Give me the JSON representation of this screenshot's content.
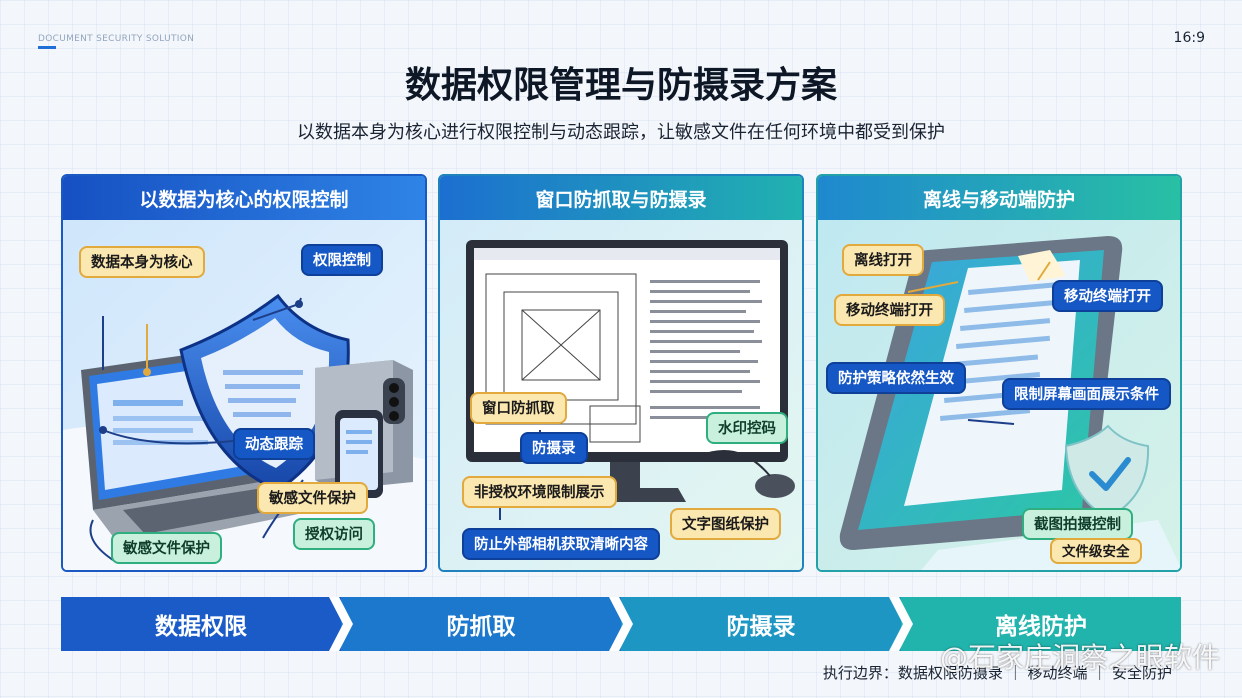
{
  "header": {
    "tag": "DOCUMENT SECURITY SOLUTION",
    "ratio": "16:9"
  },
  "title": "数据权限管理与防摄录方案",
  "subtitle": "以数据本身为核心进行权限控制与动态跟踪，让敏感文件在任何环境中都受到保护",
  "panels": [
    {
      "title": "以数据为核心的权限控制",
      "labels": [
        "数据本身为核心",
        "权限控制",
        "动态跟踪",
        "敏感文件保护",
        "授权访问",
        "敏感文件保护"
      ]
    },
    {
      "title": "窗口防抓取与防摄录",
      "labels": [
        "窗口防抓取",
        "防摄录",
        "水印控码",
        "非授权环境限制展示",
        "文字图纸保护",
        "防止外部相机获取清晰内容"
      ]
    },
    {
      "title": "离线与移动端防护",
      "labels": [
        "离线打开",
        "移动终端打开",
        "移动终端打开",
        "防护策略依然生效",
        "限制屏幕画面展示条件",
        "截图拍摄控制",
        "文件级安全"
      ]
    }
  ],
  "flow": [
    "数据权限",
    "防抓取",
    "防摄录",
    "离线防护"
  ],
  "footer": "执行边界：数据权限防摄录 ｜ 移动终端 ｜ 安全防护",
  "watermark": "@石家庄洞察之眼软件",
  "colors": {
    "primary": "#1a5bc8",
    "teal": "#21b4ad",
    "label_yellow": "#fbe7b0",
    "label_green": "#c8f0dc"
  }
}
